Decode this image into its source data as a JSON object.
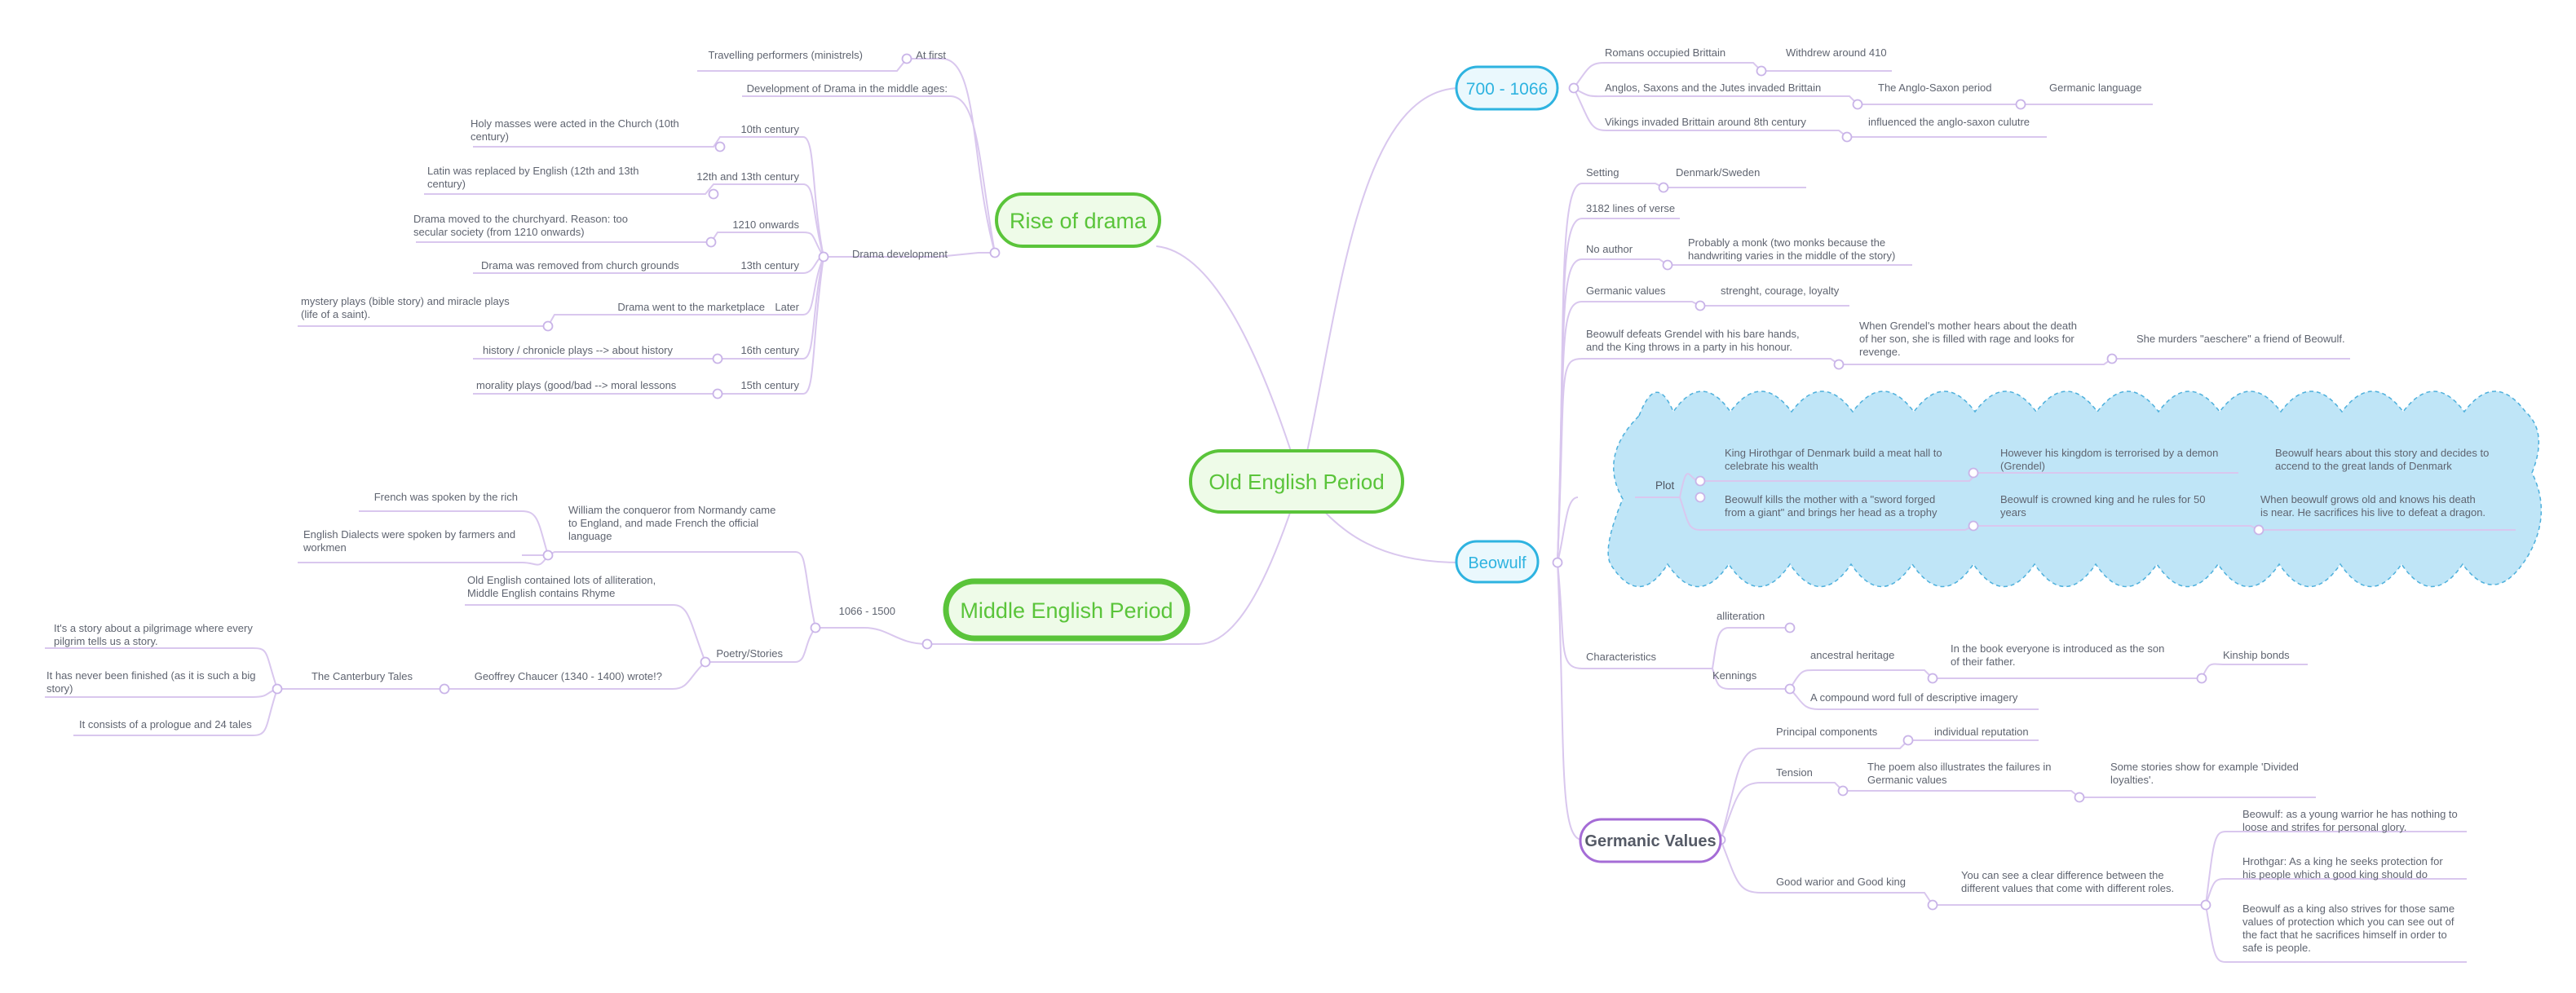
{
  "root": "Old English Period",
  "rise": {
    "title": "Rise of drama",
    "at_first": "At first",
    "minstrels": "Travelling performers (ministrels)",
    "dev_middle": "Development of Drama in the middle ages:",
    "drama_dev": "Drama development",
    "c10": "10th century",
    "c10_text": [
      "Holy masses were acted in the Church (10th",
      "century)"
    ],
    "c12": "12th and 13th century",
    "c12_text": [
      "Latin was replaced by English (12th and 13th",
      "century)"
    ],
    "y1210": "1210 onwards",
    "y1210_text": [
      "Drama moved to the churchyard. Reason: too",
      "secular society (from 1210 onwards)"
    ],
    "c13": "13th century",
    "c13_text": "Drama was removed from church grounds",
    "later": "Later",
    "later_text": "Drama went to the marketplace",
    "mystery": [
      "mystery plays (bible story) and miracle plays",
      "(life of a saint)."
    ],
    "c16": "16th century",
    "c16_text": "history / chronicle plays --> about history",
    "c15": "15th century",
    "c15_text": "morality plays (good/bad --> moral lessons"
  },
  "middle": {
    "title": "Middle English Period",
    "range": "1066 - 1500",
    "william": [
      "William the conqueror from Normandy came",
      "to England, and made French the official",
      "language"
    ],
    "french": "French was spoken by the rich",
    "dialects": [
      "English Dialects were spoken by farmers and",
      "workmen"
    ],
    "poetry": "Poetry/Stories",
    "oldeng": [
      "Old English contained lots of alliteration,",
      "Middle English contains Rhyme"
    ],
    "chaucer": "Geoffrey Chaucer (1340 - 1400) wrote!?",
    "canterbury": "The Canterbury Tales",
    "pilgrimage": [
      "It's a story about a pilgrimage where every",
      "pilgrim tells us a story."
    ],
    "unfinished": [
      "It has never been finished (as it is such a big",
      "story)"
    ],
    "prologue": "It consists of a prologue and 24 tales"
  },
  "early": {
    "title": "700 - 1066",
    "romans": "Romans occupied Brittain",
    "withdrew": "Withdrew around 410",
    "anglos": "Anglos, Saxons and the Jutes invaded Brittain",
    "anglosaxon": "The Anglo-Saxon period",
    "germanic_lang": "Germanic language",
    "vikings": "Vikings invaded Brittain around 8th century",
    "influenced": "influenced the anglo-saxon culutre"
  },
  "beowulf": {
    "title": "Beowulf",
    "setting": "Setting",
    "setting_val": "Denmark/Sweden",
    "lines": "3182 lines of verse",
    "author": "No author",
    "author_val": [
      "Probably a monk (two monks because the",
      "handwriting varies in the middle of the story)"
    ],
    "values": "Germanic values",
    "values_val": "strenght, courage, loyalty",
    "defeats": [
      "Beowulf defeats Grendel with his bare hands,",
      "and the King throws in a party in his honour."
    ],
    "mother": [
      "When Grendel's mother hears about the death",
      "of her son, she is filled with rage and looks for",
      "revenge."
    ],
    "murders": "She murders \"aeschere\" a friend of Beowulf.",
    "plot": "Plot",
    "p1": [
      "King Hirothgar of Denmark build a meat hall to",
      "celebrate his wealth"
    ],
    "p2": [
      "However his kingdom is terrorised by a demon",
      "(Grendel)"
    ],
    "p3": [
      "Beowulf hears about this story and decides to",
      "accend to the great lands of Denmark"
    ],
    "p4": [
      "Beowulf kills the mother with a \"sword forged",
      "from a giant\" and brings her head as a trophy"
    ],
    "p5": [
      "Beowulf is crowned king and he rules for 50",
      "years"
    ],
    "p6": [
      "When beowulf grows old and knows his death",
      "is near. He sacrifices his live to defeat a dragon."
    ],
    "characteristics": "Characteristics",
    "alliteration": "alliteration",
    "kennings": "Kennings",
    "ancestral": "ancestral heritage",
    "introduced": [
      "In the book everyone is introduced as the son",
      "of their father."
    ],
    "kinship": "Kinship bonds",
    "compound": "A compound word full of descriptive imagery"
  },
  "germanic": {
    "title": "Germanic Values",
    "principal": "Principal components",
    "reputation": "individual reputation",
    "tension": "Tension",
    "failures": [
      "The poem also illustrates the failures in",
      "Germanic values"
    ],
    "divided": [
      "Some stories show for example 'Divided",
      "loyalties'."
    ],
    "goodwarrior": "Good warior and Good king",
    "difference": [
      "You can see a clear difference between the",
      "different values that come with different roles."
    ],
    "young": [
      "Beowulf: as a young warrior he has nothing to",
      "loose and strifes for personal glory."
    ],
    "hrothgar": [
      "Hrothgar: As a king he seeks protection for",
      "his people which a good king should do"
    ],
    "asking": [
      "Beowulf as a king also strives for those same",
      "values of protection which you can see out of",
      "the fact that he sacrifices himself in order to",
      "safe is people."
    ]
  },
  "colors": {
    "green": "#5ac43a",
    "green_fill": "#eefbe8",
    "blue": "#2eb3e0",
    "blue_fill": "#eaf8fd",
    "purple": "#a56cd6",
    "line": "#d6c2ec",
    "cloud_fill": "#bfe5f7",
    "cloud_stroke": "#5ab8e0"
  }
}
